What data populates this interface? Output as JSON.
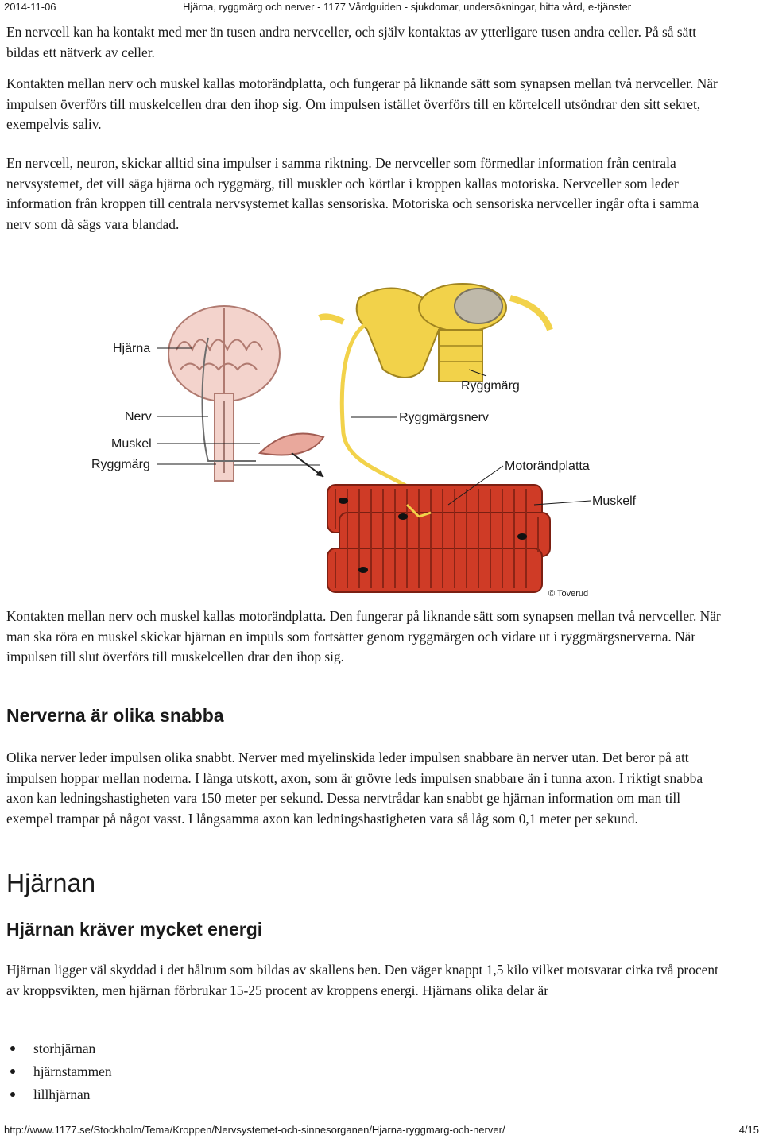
{
  "header": {
    "date": "2014-11-06",
    "title": "Hjärna, ryggmärg och nerver - 1177 Vårdguiden - sjukdomar, undersökningar, hitta vård, e-tjänster"
  },
  "paragraphs": {
    "p1": "En nervcell kan ha kontakt med mer än tusen andra nervceller, och själv kontaktas av ytterligare tusen andra celler. På så sätt bildas ett nätverk av celler.",
    "p2": "Kontakten mellan nerv och muskel kallas motorändplatta, och fungerar på liknande sätt som synapsen mellan två nervceller. När impulsen överförs till muskelcellen drar den ihop sig. Om impulsen istället överförs till en körtelcell utsöndrar den sitt sekret, exempelvis saliv.",
    "p3": "En nervcell, neuron, skickar alltid sina impulser i samma riktning. De nervceller som förmedlar information från centrala nervsystemet, det vill säga hjärna och ryggmärg, till muskler och körtlar i kroppen kallas motoriska. Nervceller som leder information från kroppen till centrala nervsystemet kallas sensoriska. Motoriska och sensoriska nervceller ingår ofta i samma nerv som då sägs vara blandad.",
    "p5": "Kontakten mellan nerv och muskel kallas motorändplatta. Den fungerar på liknande sätt som synapsen mellan två nervceller. När man ska röra en muskel skickar hjärnan en impuls som fortsätter genom ryggmärgen och vidare ut i ryggmärgsnerverna. När impulsen till slut överförs till muskelcellen drar den ihop sig.",
    "p6": "Olika nerver leder impulsen olika snabbt. Nerver med myelinskida leder impulsen snabbare än nerver utan. Det beror på att impulsen hoppar mellan noderna. I långa utskott, axon, som är grövre leds impulsen snabbare än i tunna axon. I riktigt snabba axon kan ledningshastigheten vara 150 meter per sekund. Dessa nervtrådar kan snabbt ge hjärnan information om man till exempel trampar på något vasst. I långsamma axon kan ledningshastigheten vara så låg som 0,1 meter per sekund.",
    "p7": "Hjärnan ligger väl skyddad i det hålrum som bildas av skallens ben. Den väger knappt 1,5 kilo vilket motsvarar cirka två procent av kroppsvikten, men hjärnan förbrukar 15-25 procent av kroppens energi. Hjärnans olika delar är"
  },
  "headings": {
    "nerve_speed": "Nerverna är olika snabba",
    "brain": "Hjärnan",
    "brain_energy": "Hjärnan kräver mycket energi"
  },
  "figure": {
    "labels": {
      "hjarna": "Hjärna",
      "nerv": "Nerv",
      "muskel": "Muskel",
      "ryggmarg_left": "Ryggmärg",
      "ryggmarg_right": "Ryggmärg",
      "ryggmargsnerv": "Ryggmärgsnerv",
      "motorandplatta": "Motorändplatta",
      "muskelfiber": "Muskelfiber",
      "copyright": "© Toverud"
    }
  },
  "brain_parts": [
    "storhjärnan",
    "hjärnstammen",
    "lillhjärnan"
  ],
  "footer": {
    "url": "http://www.1177.se/Stockholm/Tema/Kroppen/Nervsystemet-och-sinnesorganen/Hjarna-ryggmarg-och-nerver/",
    "page": "4/15"
  },
  "colors": {
    "nerve_yellow": "#f2d24a",
    "muscle_red": "#cf3b26",
    "brain_pink": "#f3d3cc",
    "text": "#1a1a1a"
  }
}
